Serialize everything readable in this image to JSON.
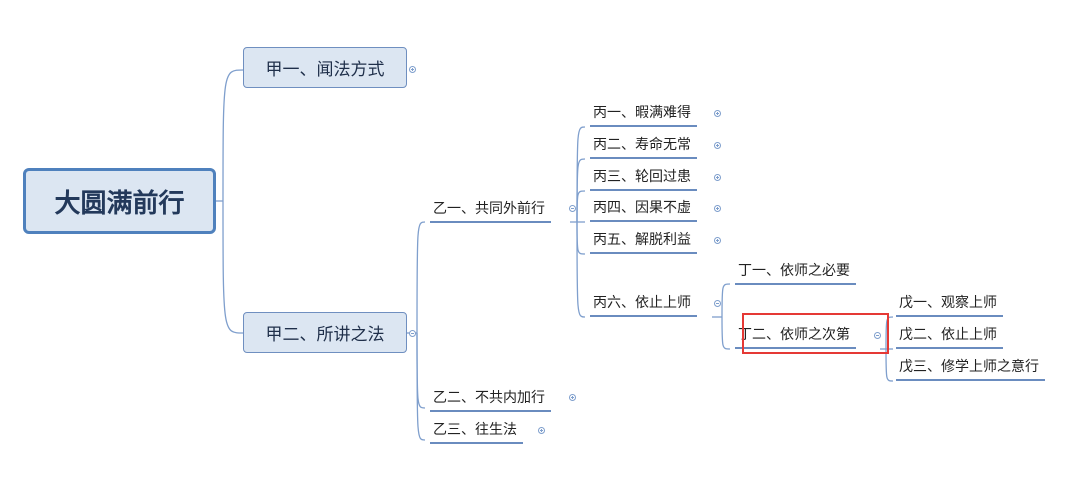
{
  "root": "大圆满前行",
  "a1": {
    "label": "甲一、闻法方式"
  },
  "a2": {
    "label": "甲二、所讲之法"
  },
  "b1": {
    "label": "乙一、共同外前行"
  },
  "b2": {
    "label": "乙二、不共内加行"
  },
  "b3": {
    "label": "乙三、往生法"
  },
  "c": [
    {
      "label": "丙一、暇满难得"
    },
    {
      "label": "丙二、寿命无常"
    },
    {
      "label": "丙三、轮回过患"
    },
    {
      "label": "丙四、因果不虚"
    },
    {
      "label": "丙五、解脱利益"
    },
    {
      "label": "丙六、依止上师"
    }
  ],
  "d": [
    {
      "label": "丁一、依师之必要"
    },
    {
      "label": "丁二、依师之次第"
    }
  ],
  "e": [
    {
      "label": "戊一、观察上师"
    },
    {
      "label": "戊二、依止上师"
    },
    {
      "label": "戊三、修学上师之意行"
    }
  ],
  "colors": {
    "line": "#6a8cbf",
    "box_fill": "#dce6f2",
    "box_border": "#4f81bd",
    "highlight": "#e53935"
  }
}
